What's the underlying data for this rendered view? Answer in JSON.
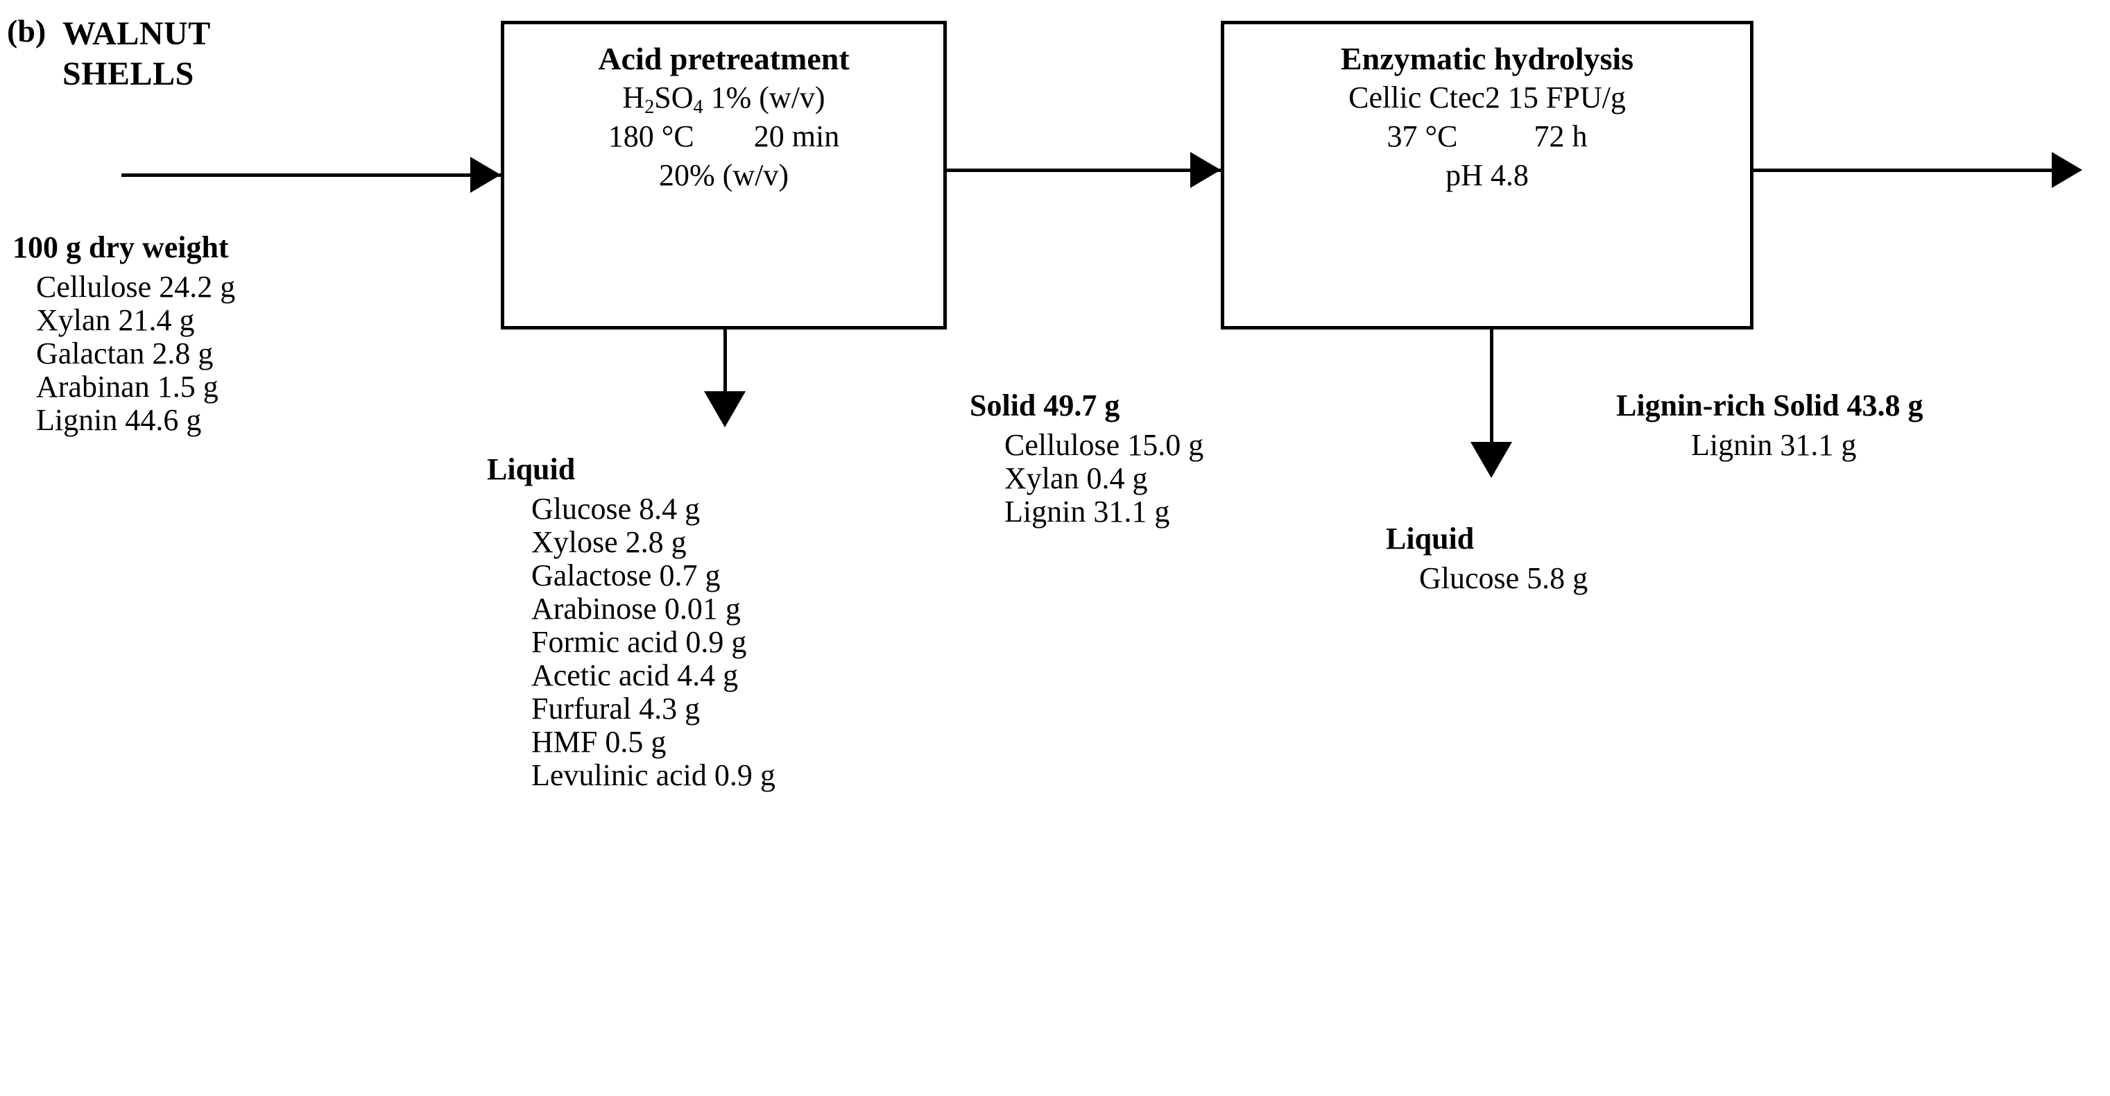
{
  "panel": {
    "label": "(b)"
  },
  "feedstock": {
    "title_lines": [
      "WALNUT",
      "SHELLS"
    ],
    "heading": "100 g dry weight",
    "components": [
      "Cellulose 24.2 g",
      "Xylan 21.4 g",
      "Galactan 2.8 g",
      "Arabinan 1.5 g",
      "Lignin 44.6 g"
    ]
  },
  "process_1": {
    "title": "Acid pretreatment",
    "reagent_prefix": "H",
    "reagent_sub1": "2",
    "reagent_mid": "SO",
    "reagent_sub2": "4",
    "reagent_suffix": " 1% (w/v)",
    "temperature": "180 °C",
    "time": "20 min",
    "solids_loading": "20% (w/v)"
  },
  "process_2": {
    "title": "Enzymatic hydrolysis",
    "enzyme": "Cellic Ctec2 15 FPU/g",
    "temperature": "37 °C",
    "time": "72 h",
    "ph": "pH 4.8"
  },
  "stream_liquid_1": {
    "heading": "Liquid",
    "components": [
      "Glucose 8.4 g",
      "Xylose 2.8 g",
      "Galactose 0.7 g",
      "Arabinose 0.01 g",
      "Formic acid 0.9 g",
      "Acetic acid 4.4 g",
      "Furfural 4.3 g",
      "HMF 0.5 g",
      "Levulinic acid 0.9 g"
    ]
  },
  "stream_solid_1": {
    "heading": "Solid 49.7 g",
    "components": [
      "Cellulose 15.0 g",
      "Xylan 0.4 g",
      "Lignin 31.1 g"
    ]
  },
  "stream_liquid_2": {
    "heading": "Liquid",
    "components": [
      "Glucose 5.8 g"
    ]
  },
  "stream_solid_2": {
    "heading": "Lignin-rich Solid 43.8 g",
    "components": [
      "Lignin 31.1 g"
    ]
  },
  "colors": {
    "stroke": "#000000",
    "background": "#ffffff"
  }
}
